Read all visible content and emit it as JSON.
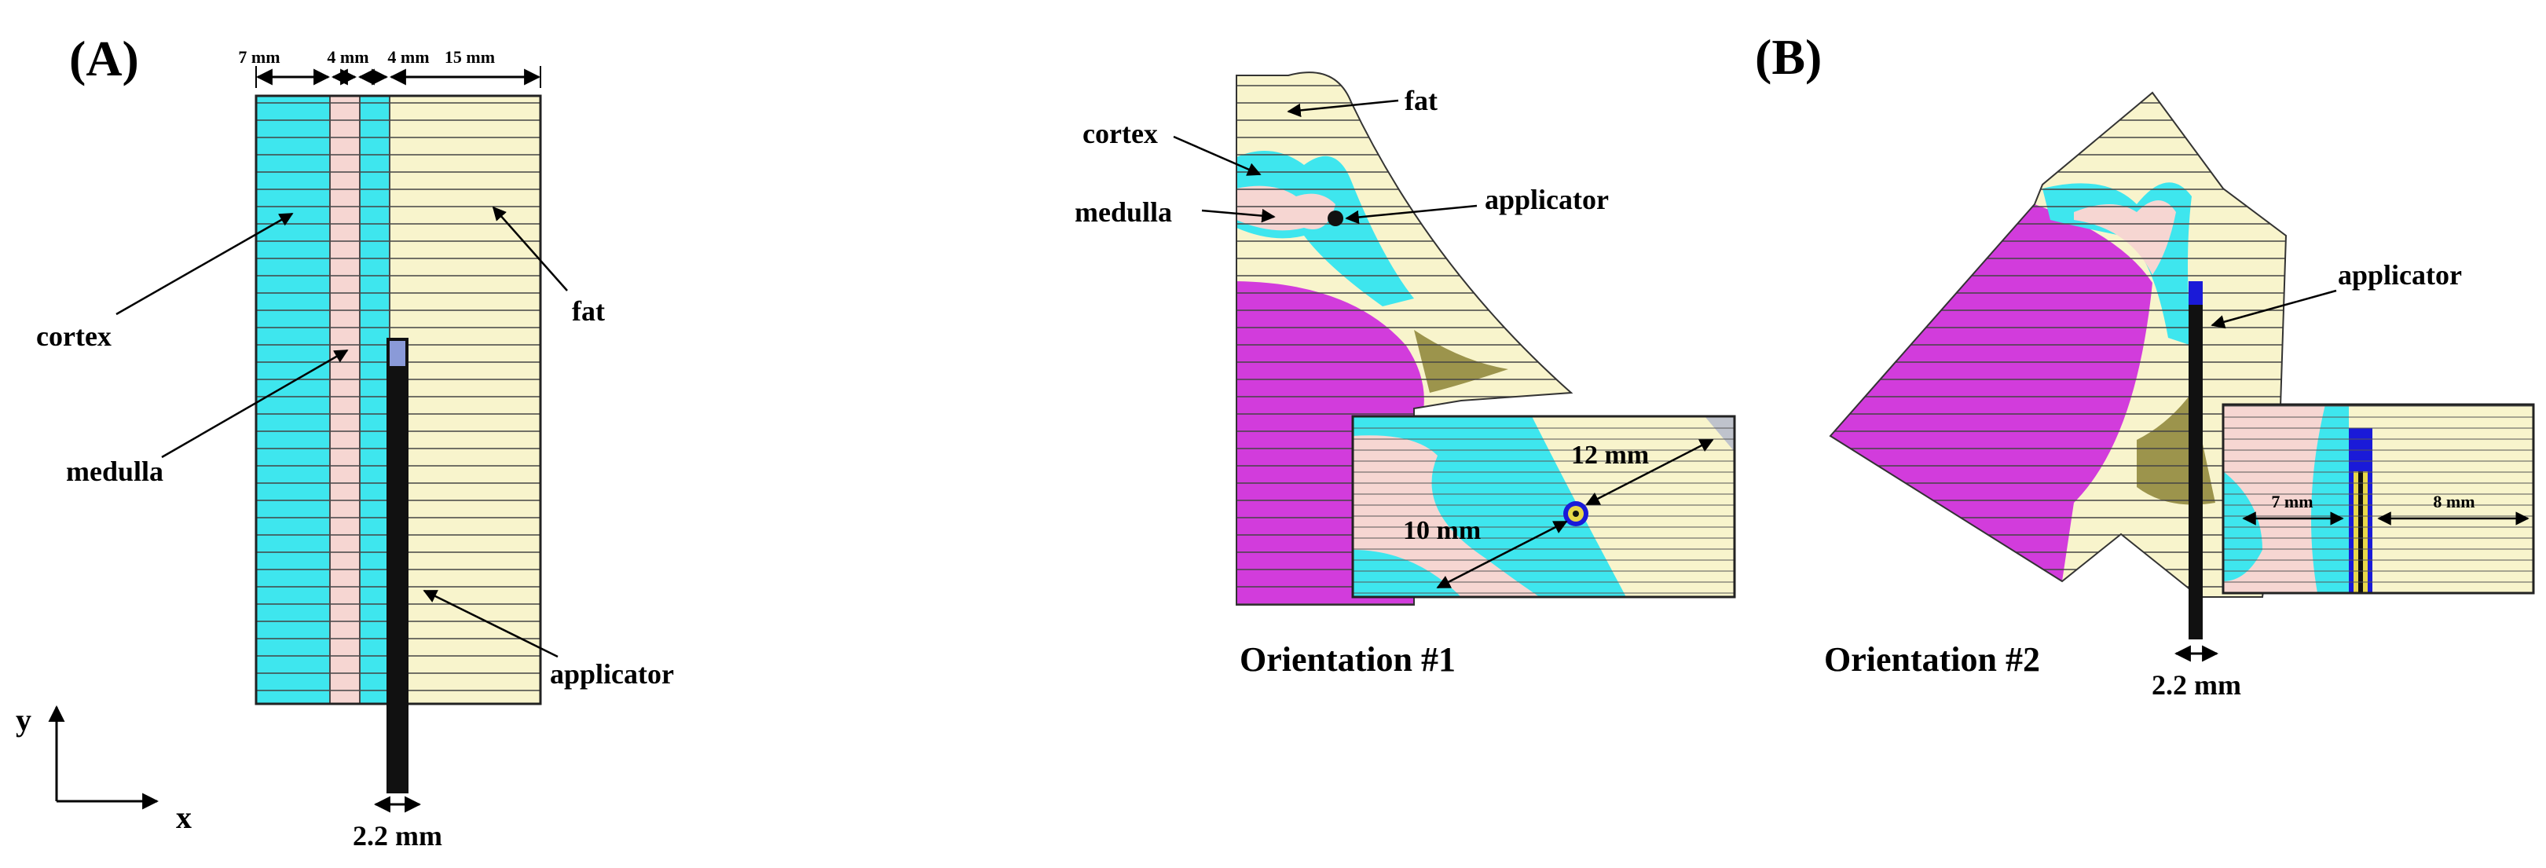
{
  "colors": {
    "cortex": "#3ee6ee",
    "medulla": "#f6d6d2",
    "fat": "#f8f4cc",
    "applicator_body": "#111111",
    "applicator_tip": "#8a9ad8",
    "applicator_blue": "#1a1ad8",
    "spleen": "#d23cdc",
    "olive": "#9c944c"
  },
  "panel_a": {
    "label": "(A)",
    "dims": {
      "cortex": "7 mm",
      "medulla": "4 mm",
      "cortex2": "4 mm",
      "fat": "15 mm"
    },
    "labels": {
      "cortex": "cortex",
      "medulla": "medulla",
      "fat": "fat",
      "applicator": "applicator"
    },
    "diameter": "2.2 mm",
    "axes": {
      "y": "y",
      "x": "x"
    }
  },
  "orientation1": {
    "labels": {
      "fat": "fat",
      "cortex": "cortex",
      "medulla": "medulla",
      "applicator": "applicator"
    },
    "dim_12": "12 mm",
    "dim_10": "10 mm",
    "title": "Orientation #1"
  },
  "panel_b": {
    "label": "(B)",
    "labels": {
      "applicator": "applicator"
    },
    "dim_7": "7 mm",
    "dim_8": "8 mm",
    "diameter": "2.2 mm",
    "title": "Orientation #2"
  }
}
